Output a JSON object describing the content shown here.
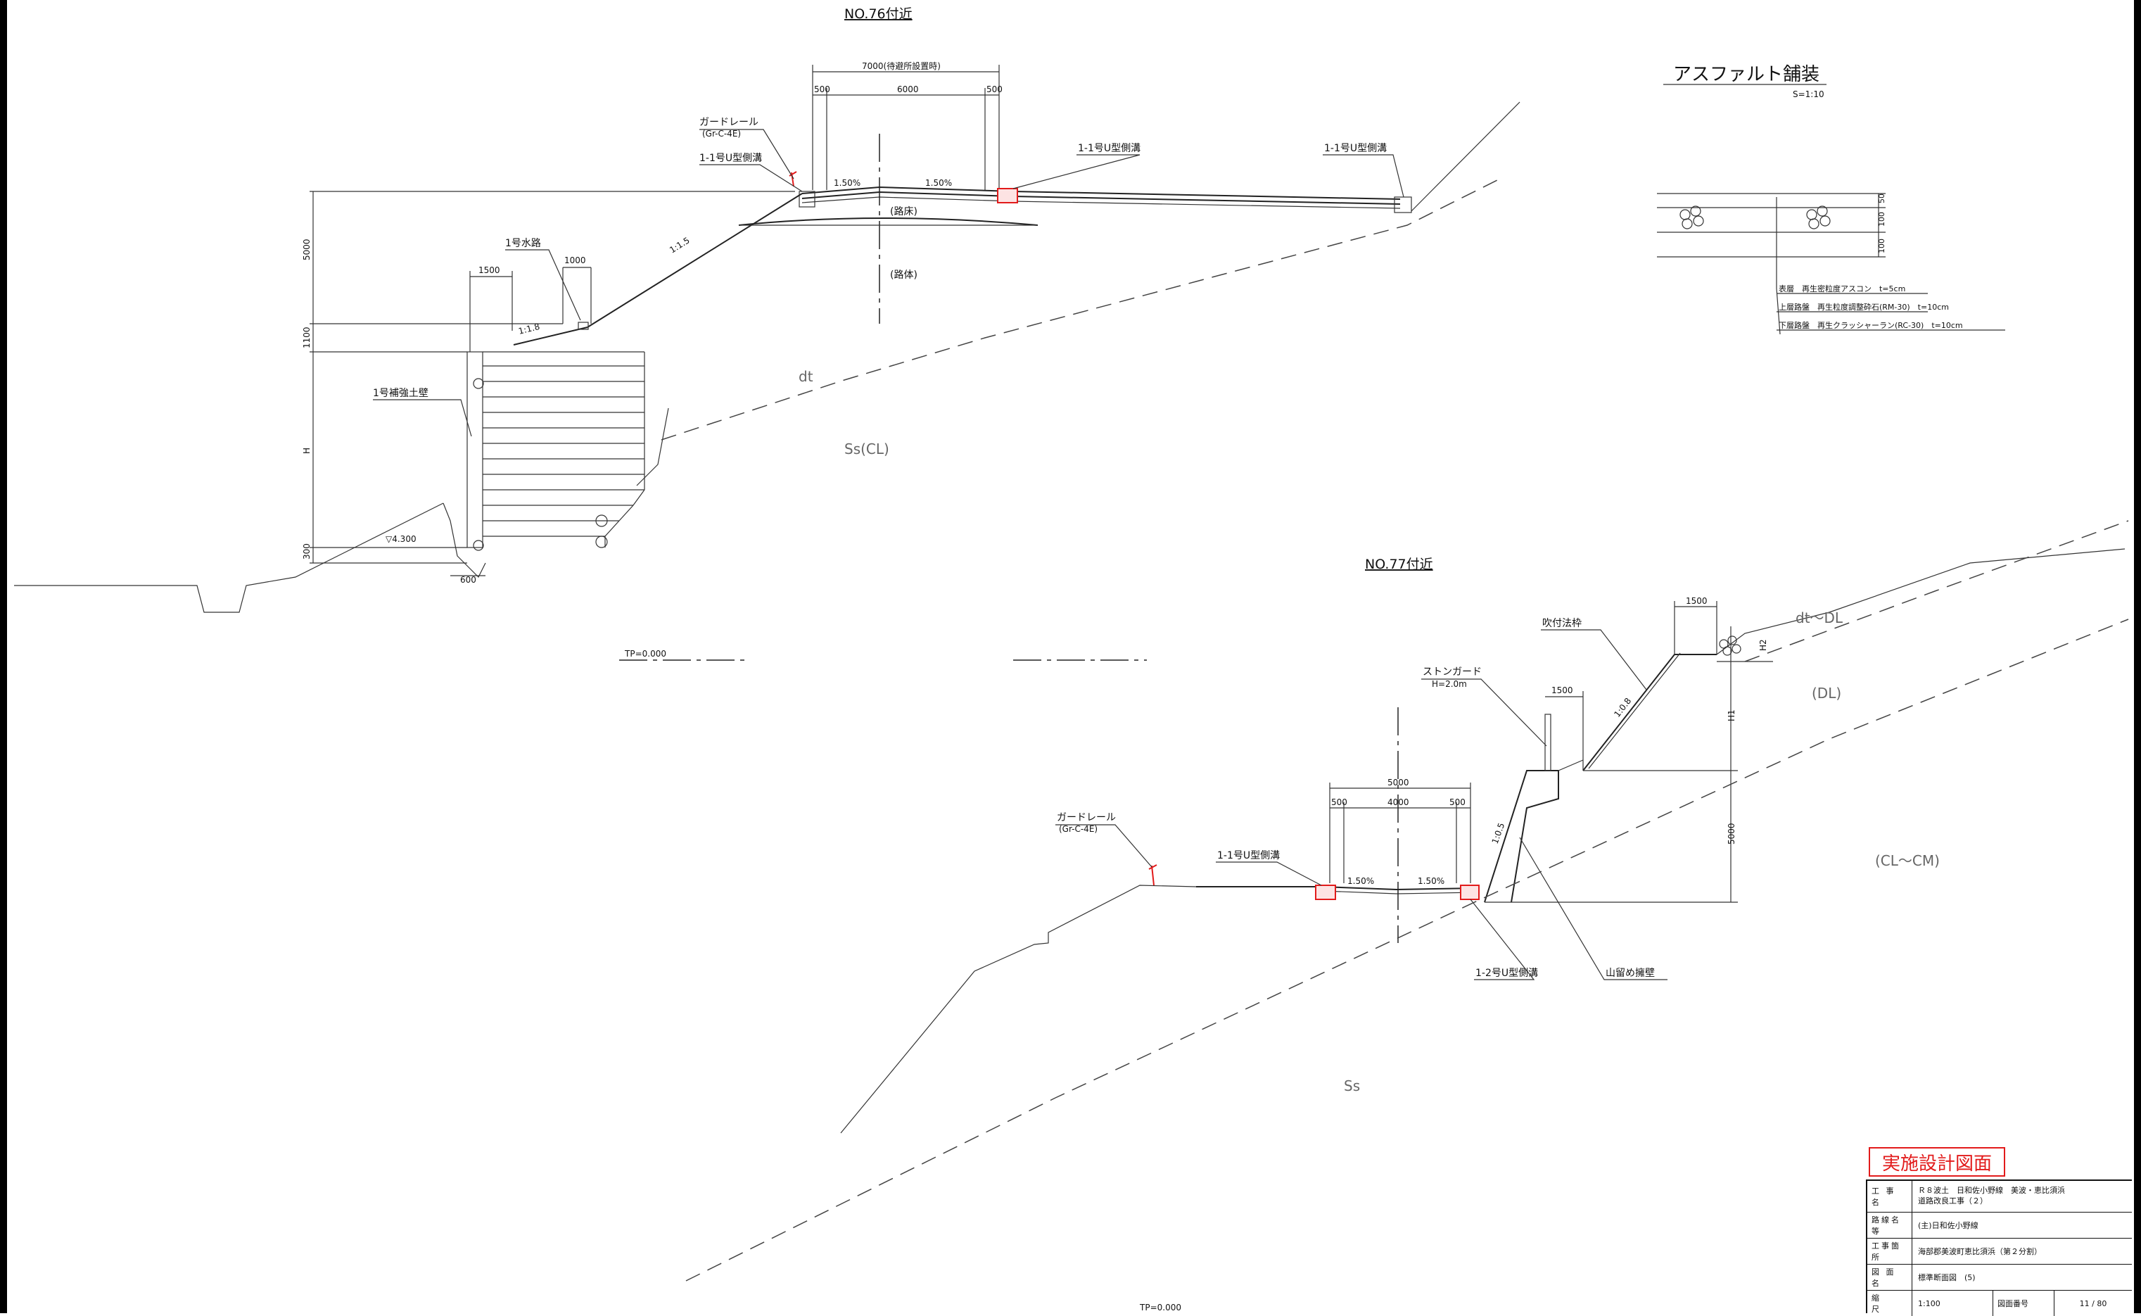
{
  "section_76": {
    "title": "NO.76付近",
    "dims": {
      "top_total": "7000(待避所設置時)",
      "top_left": "500",
      "top_mid": "6000",
      "top_right": "500",
      "h_5000": "5000",
      "h_1100": "1100",
      "h_H": "H",
      "h_300": "300",
      "w_1500": "1500",
      "w_1000": "1000",
      "w_600": "600"
    },
    "labels": {
      "guardrail": "ガードレール",
      "guardrail_spec": "(Gr-C-4E)",
      "u_gutter_left": "1-1号U型側溝",
      "u_gutter_center": "1-1号U型側溝",
      "u_gutter_right": "1-1号U型側溝",
      "waterway": "1号水路",
      "reinforced_wall": "1号補強土壁",
      "subgrade": "(路床)",
      "embankment": "(路体)",
      "slope_left": "1.50%",
      "slope_right": "1.50%",
      "slope_15": "1:1.5",
      "slope_18": "1:1.8",
      "water_level": "▽4.300",
      "tp": "TP=0.000"
    },
    "soil": {
      "dt": "dt",
      "ss_cl": "Ss(CL)"
    }
  },
  "section_77": {
    "title": "NO.77付近",
    "dims": {
      "top_total": "5000",
      "top_left": "500",
      "top_mid": "4000",
      "top_right": "500",
      "w_1500_a": "1500",
      "w_1500_b": "1500",
      "h_5000": "5000",
      "h_H1": "H1",
      "h_H2": "H2"
    },
    "labels": {
      "guardrail": "ガードレール",
      "guardrail_spec": "(Gr-C-4E)",
      "u_gutter_left": "1-1号U型側溝",
      "u_gutter_right": "1-2号U型側溝",
      "stone_guard": "ストンガード",
      "stone_guard_h": "H=2.0m",
      "spray_frame": "吹付法枠",
      "retaining_wall": "山留め擁壁",
      "slope_left": "1.50%",
      "slope_right": "1.50%",
      "slope_05": "1:0.5",
      "slope_08": "1:0.8",
      "tp": "TP=0.000"
    },
    "soil": {
      "dt_dl": "dt～DL",
      "dl": "(DL)",
      "cl_cm": "(CL～CM)",
      "ss": "Ss"
    }
  },
  "pavement": {
    "title": "アスファルト舗装",
    "scale": "S=1:10",
    "layer_dims": [
      "50",
      "100",
      "100"
    ],
    "layers": [
      "表層　再生密粒度アスコン　t=5cm",
      "上層路盤　再生粒度調整砕石(RM-30)　t=10cm",
      "下層路盤　再生クラッシャーラン(RC-30)　t=10cm"
    ]
  },
  "stamp": "実施設計図面",
  "titleblock": {
    "work_name_label": "工 事 名",
    "work_name_line1": "Ｒ８波土　日和佐小野線　美波・恵比須浜",
    "work_name_line2": "道路改良工事（２）",
    "route_label": "路線名等",
    "route": "(主)日和佐小野線",
    "location_label": "工事箇所",
    "location": "海部郡美波町恵比須浜（第２分割）",
    "drawing_label": "図 面 名",
    "drawing": "標準断面図　(5)",
    "scale_label": "縮　　尺",
    "scale": "1:100",
    "number_label": "図面番号",
    "number": "11 / 80"
  },
  "colors": {
    "red": "#e21b1b",
    "line": "#222222"
  }
}
